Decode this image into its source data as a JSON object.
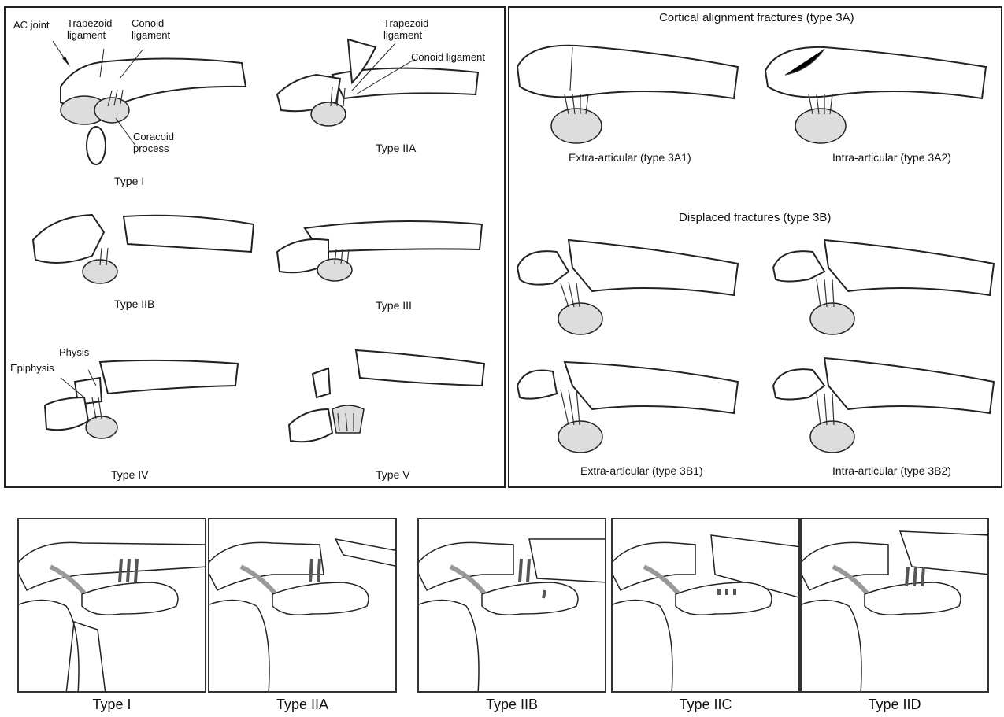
{
  "left_panel": {
    "labels": {
      "ac_joint": "AC joint",
      "trapezoid_ligament": "Trapezoid\nligament",
      "conoid_ligament": "Conoid\nligament",
      "coracoid_process": "Coracoid\nprocess",
      "trapezoid_ligament_2": "Trapezoid\nligament",
      "conoid_ligament_2": "Conoid ligament",
      "physis": "Physis",
      "epiphysis": "Epiphysis"
    },
    "captions": {
      "type_i": "Type I",
      "type_iia": "Type IIA",
      "type_iib": "Type IIB",
      "type_iii": "Type III",
      "type_iv": "Type IV",
      "type_v": "Type V"
    }
  },
  "right_panel": {
    "heading_cortical": "Cortical alignment fractures (type 3A)",
    "heading_displaced": "Displaced fractures (type 3B)",
    "captions": {
      "3a1": "Extra-articular (type 3A1)",
      "3a2": "Intra-articular (type 3A2)",
      "3b1": "Extra-articular (type 3B1)",
      "3b2": "Intra-articular (type 3B2)"
    }
  },
  "bottom_row": {
    "captions": [
      "Type I",
      "Type IIA",
      "Type IIB",
      "Type IIC",
      "Type IID"
    ]
  }
}
